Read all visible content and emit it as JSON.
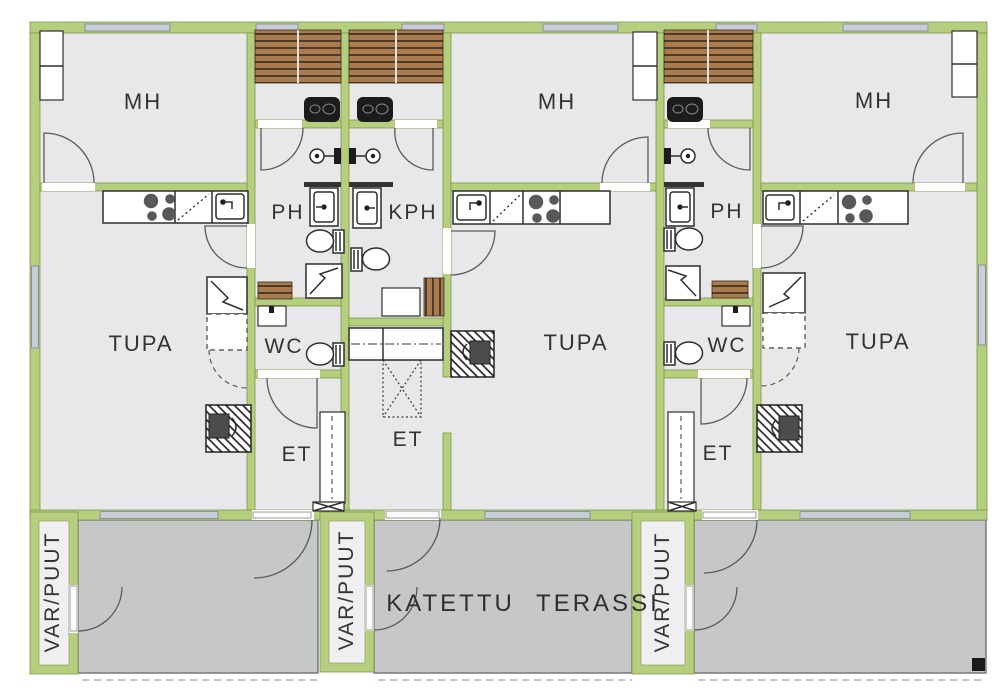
{
  "colors": {
    "wall": "#b6cf7e",
    "wall_edge": "#7d9747",
    "room_fill": "#e8e8ea",
    "terrace_fill": "#c5c7c9",
    "window_fill": "#c9cdd9",
    "sauna_bench": "#a87c50",
    "line": "#2e2e30"
  },
  "rooms": {
    "bedroom": "MH",
    "living_room": "TUPA",
    "washroom": "PH",
    "bathroom": "KPH",
    "toilet": "WC",
    "entry_hall": "ET",
    "storage_firewood": "VAR/PUUT",
    "covered_terrace": "KATETTU TERASSI"
  }
}
